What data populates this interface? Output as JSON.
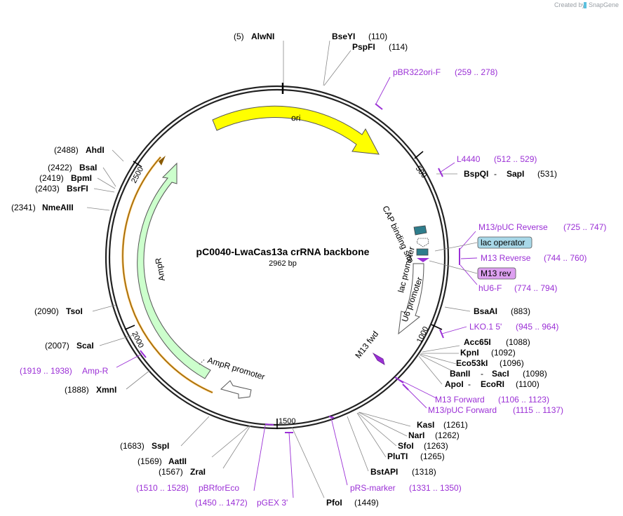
{
  "credit": {
    "created_by": "Created by",
    "brand": "SnapGene"
  },
  "plasmid": {
    "name": "pC0040-LwaCas13a crRNA backbone",
    "size_label": "2962 bp"
  },
  "ticks": [
    "500",
    "1000",
    "1500",
    "2000",
    "2500"
  ],
  "features": {
    "ori": "ori",
    "ampr": "AmpR",
    "ampr_promoter": "AmpR promoter",
    "cap": "CAP binding site",
    "lac_promoter": "lac promoter",
    "u6": "U6 promoter",
    "m13fwd": "M13 fwd"
  },
  "sites": [
    {
      "id": "alwni",
      "name": "AlwNI",
      "pos": "(5)"
    },
    {
      "id": "bseyi",
      "name": "BseYI",
      "pos": "(110)"
    },
    {
      "id": "pspfi",
      "name": "PspFI",
      "pos": "(114)"
    },
    {
      "id": "bspqi",
      "name": "BspQI",
      "sep": " - ",
      "name2": "SapI",
      "pos": "(531)"
    },
    {
      "id": "bsaai",
      "name": "BsaAI",
      "pos": "(883)"
    },
    {
      "id": "acc65i",
      "name": "Acc65I",
      "pos": "(1088)"
    },
    {
      "id": "kpni",
      "name": "KpnI",
      "pos": "(1092)"
    },
    {
      "id": "eco53ki",
      "name": "Eco53kI",
      "pos": "(1096)"
    },
    {
      "id": "banii",
      "name": "BanII",
      "sep": " - ",
      "name2": "SacI",
      "pos": "(1098)"
    },
    {
      "id": "apoi",
      "name": "ApoI",
      "sep": " - ",
      "name2": "EcoRI",
      "pos": "(1100)"
    },
    {
      "id": "kasi",
      "name": "KasI",
      "pos": "(1261)"
    },
    {
      "id": "nari",
      "name": "NarI",
      "pos": "(1262)"
    },
    {
      "id": "sfoi",
      "name": "SfoI",
      "pos": "(1263)"
    },
    {
      "id": "pluti",
      "name": "PluTI",
      "pos": "(1265)"
    },
    {
      "id": "bstapi",
      "name": "BstAPI",
      "pos": "(1318)"
    },
    {
      "id": "pfoi",
      "name": "PfoI",
      "pos": "(1449)"
    },
    {
      "id": "zrai",
      "name": "ZraI",
      "pos": "(1567)"
    },
    {
      "id": "aatii",
      "name": "AatII",
      "pos": "(1569)"
    },
    {
      "id": "sspi",
      "name": "SspI",
      "pos": "(1683)"
    },
    {
      "id": "xmni",
      "name": "XmnI",
      "pos": "(1888)"
    },
    {
      "id": "scai",
      "name": "ScaI",
      "pos": "(2007)"
    },
    {
      "id": "tsoi",
      "name": "TsoI",
      "pos": "(2090)"
    },
    {
      "id": "nmeaiii",
      "name": "NmeAIII",
      "pos": "(2341)"
    },
    {
      "id": "bsrfi",
      "name": "BsrFI",
      "pos": "(2403)"
    },
    {
      "id": "bpmi",
      "name": "BpmI",
      "pos": "(2419)"
    },
    {
      "id": "bsai",
      "name": "BsaI",
      "pos": "(2422)"
    },
    {
      "id": "ahdi",
      "name": "AhdI",
      "pos": "(2488)"
    }
  ],
  "primers": [
    {
      "id": "pbr322ori",
      "name": "pBR322ori-F",
      "range": "(259 .. 278)"
    },
    {
      "id": "l4440",
      "name": "L4440",
      "range": "(512 .. 529)"
    },
    {
      "id": "m13puc_rev",
      "name": "M13/pUC Reverse",
      "range": "(725 .. 747)"
    },
    {
      "id": "m13_rev",
      "name": "M13 Reverse",
      "range": "(744 .. 760)"
    },
    {
      "id": "hu6f",
      "name": "hU6-F",
      "range": "(774 .. 794)"
    },
    {
      "id": "lko1",
      "name": "LKO.1 5'",
      "range": "(945 .. 964)"
    },
    {
      "id": "m13_fwd",
      "name": "M13 Forward",
      "range": "(1106 .. 1123)"
    },
    {
      "id": "m13puc_fwd",
      "name": "M13/pUC Forward",
      "range": "(1115 .. 1137)"
    },
    {
      "id": "prs",
      "name": "pRS-marker",
      "range": "(1331 .. 1350)"
    },
    {
      "id": "pgex3",
      "name": "pGEX 3'",
      "range": "(1450 .. 1472)"
    },
    {
      "id": "pbrforeco",
      "name": "pBRforEco",
      "range": "(1510 .. 1528)"
    },
    {
      "id": "ampr_primer",
      "name": "Amp-R",
      "range": "(1919 .. 1938)"
    }
  ],
  "boxes": {
    "lac_operator": "lac operator",
    "m13_rev": "M13 rev"
  },
  "colors": {
    "ori": "#ffff00",
    "ampr": "#ccffcc",
    "ampr_glow": "#f5a623",
    "teal": "#2e7d8c",
    "primer": "#9b30d6",
    "lac_operator_box": "#a8d8e8",
    "m13_rev_box": "#dda0f0"
  }
}
